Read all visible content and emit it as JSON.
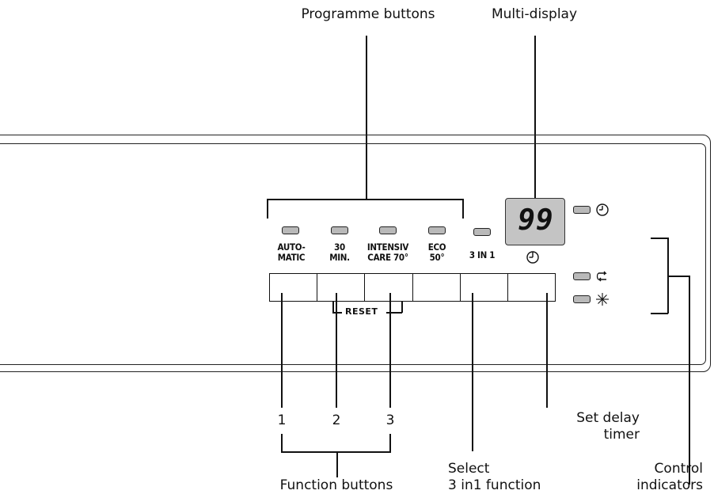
{
  "callouts": {
    "programme_buttons": "Programme buttons",
    "multi_display": "Multi-display",
    "function_buttons": "Function buttons",
    "select_3in1_line1": "Select",
    "select_3in1_line2": "3 in1 function",
    "set_delay_line1": "Set delay",
    "set_delay_line2": "timer",
    "control_indicators_line1": "Control",
    "control_indicators_line2": "indicators"
  },
  "programmes": [
    {
      "label": "AUTO-\nMATIC"
    },
    {
      "label": "30\nMIN."
    },
    {
      "label": "INTENSIV\nCARE 70°"
    },
    {
      "label": "ECO\n50°"
    }
  ],
  "three_in_one_label": "3 IN 1",
  "display_value": "99",
  "reset_label": "RESET",
  "function_numbers": [
    "1",
    "2",
    "3"
  ],
  "indicator_icons": [
    "clock-icon",
    "rinse-aid-icon",
    "salt-icon"
  ]
}
